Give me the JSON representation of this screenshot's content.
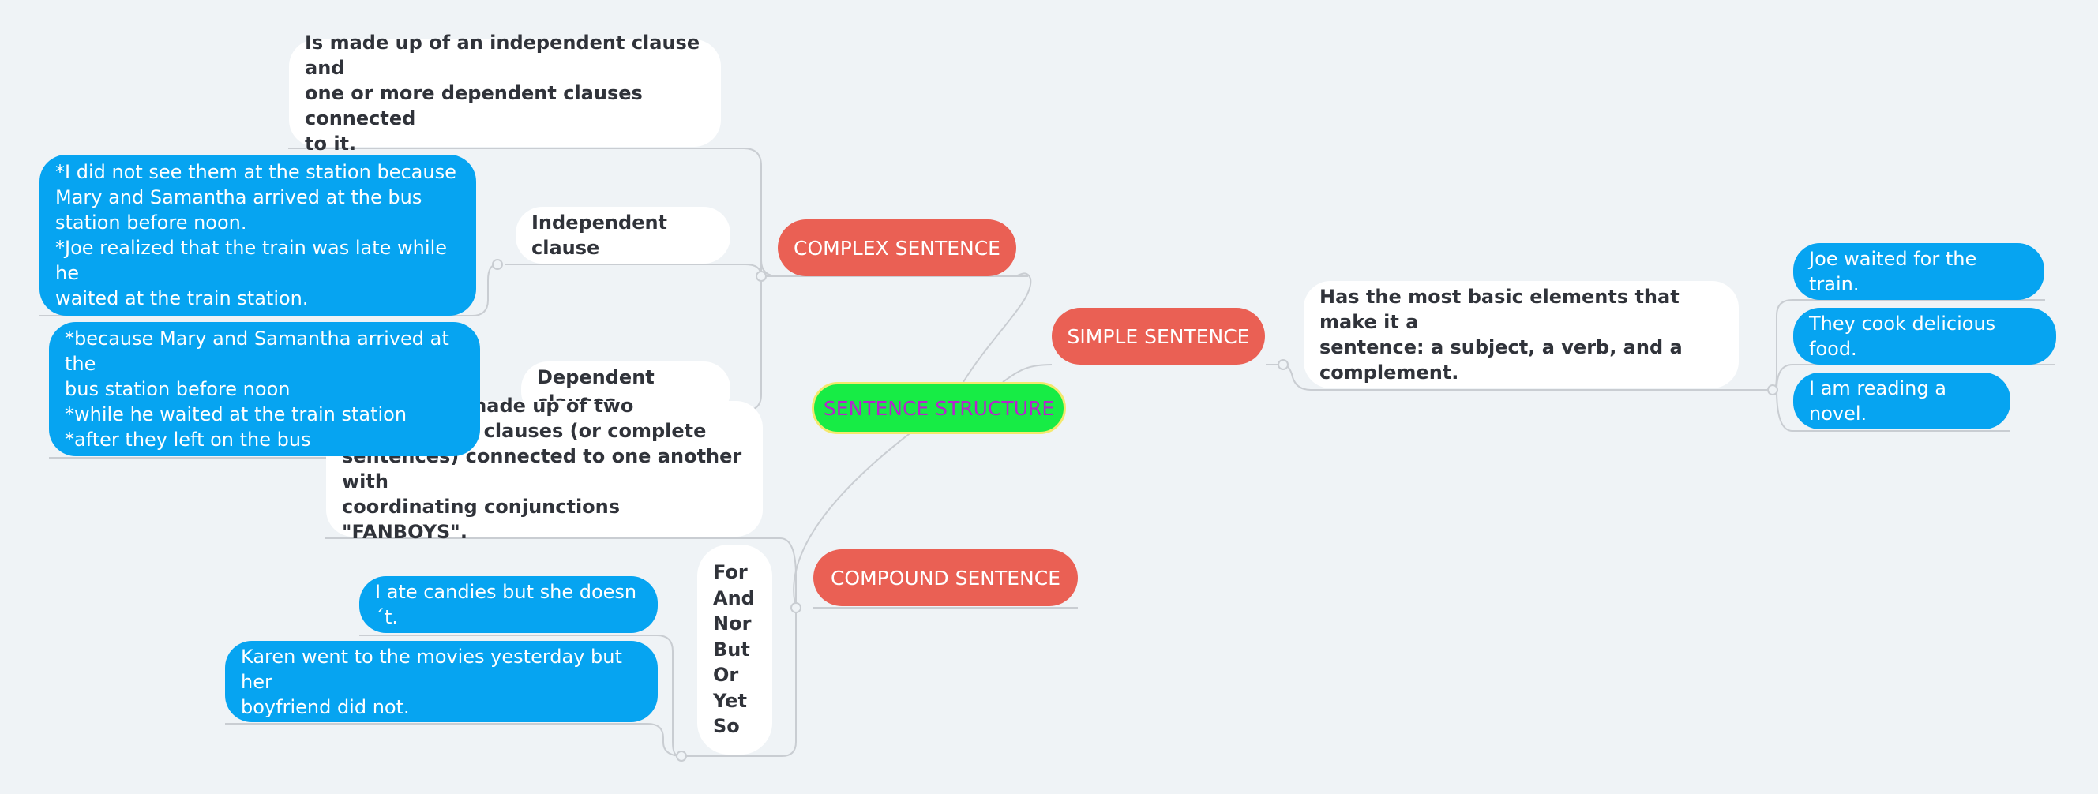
{
  "root": {
    "label": "SENTENCE STRUCTURE"
  },
  "complex": {
    "label": "COMPLEX SENTENCE",
    "definition": "Is made up of an independent clause and\none or more dependent clauses connected\nto it.",
    "independent_label": "Independent clause",
    "independent_examples": "*I did not see them at the station because\nMary and Samantha arrived at the bus\nstation before noon.\n*Joe realized that the train was late while he\nwaited at the train station.",
    "dependent_label": "Dependent clauses",
    "dependent_examples": "*because Mary and Samantha arrived at the\nbus station before noon\n*while he waited at the train station\n*after they left on the bus"
  },
  "simple": {
    "label": "SIMPLE SENTENCE",
    "definition": "Has the most basic elements that make it a\nsentence: a subject, a verb, and a\ncomplement.",
    "examples": [
      "Joe waited for the train.",
      "They cook delicious food.",
      "I am reading a novel."
    ]
  },
  "compound": {
    "label": "COMPOUND SENTENCE",
    "definition": "A sentence made up of two\nindependent clauses (or complete\nsentences) connected to one another with\ncoordinating conjunctions \"FANBOYS\".",
    "fanboys": "For\nAnd\nNor\nBut\nOr\nYet\nSo",
    "examples": [
      "I ate candies but she doesn´t.",
      "Karen went to the movies yesterday but her\nboyfriend did not."
    ]
  },
  "colors": {
    "background": "#eff3f6",
    "branch": "#ea6054",
    "example": "#06a4f1",
    "root": "#17ec45",
    "root_text": "#b525cc",
    "root_border": "#f4e96d",
    "connector": "#c9cdd2"
  }
}
